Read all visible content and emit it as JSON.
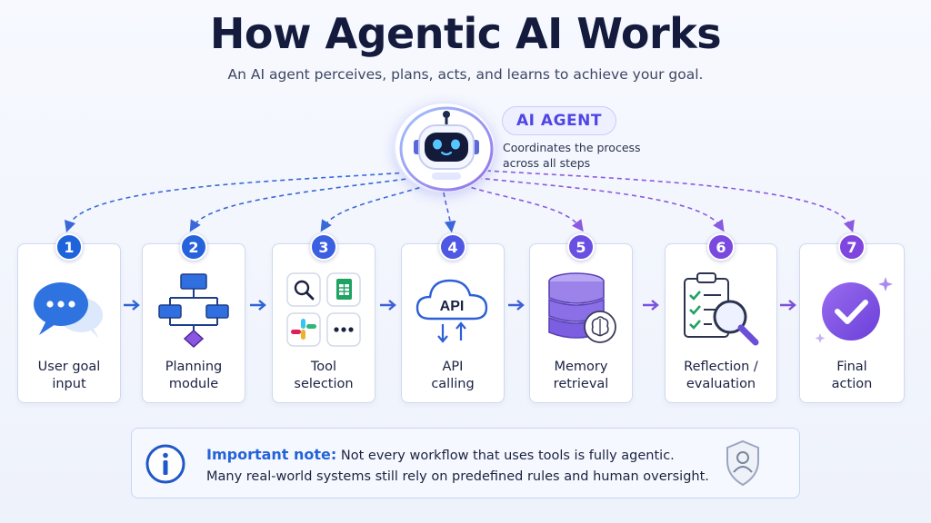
{
  "header": {
    "title": "How Agentic AI Works",
    "subtitle": "An AI agent perceives, plans, acts, and learns to achieve your goal."
  },
  "agent": {
    "icon": "robot-icon",
    "badge": "AI AGENT",
    "description": "Coordinates the process\nacross all steps"
  },
  "steps": [
    {
      "number": "1",
      "label": "User goal\ninput",
      "icon": "chat-bubbles-icon",
      "color": "#1e63dc"
    },
    {
      "number": "2",
      "label": "Planning\nmodule",
      "icon": "flowchart-icon",
      "color": "#2562dc"
    },
    {
      "number": "3",
      "label": "Tool\nselection",
      "icon": "tool-apps-icon",
      "color": "#3a5fe0"
    },
    {
      "number": "4",
      "label": "API\ncalling",
      "icon": "api-cloud-icon",
      "icon_text": "API",
      "color": "#4f58e4"
    },
    {
      "number": "5",
      "label": "Memory\nretrieval",
      "icon": "database-brain-icon",
      "color": "#6a50e2"
    },
    {
      "number": "6",
      "label": "Reflection /\nevaluation",
      "icon": "clipboard-magnifier-icon",
      "color": "#7a4ae0"
    },
    {
      "number": "7",
      "label": "Final\naction",
      "icon": "check-circle-icon",
      "color": "#7f45df"
    }
  ],
  "note": {
    "icon": "info-icon",
    "heading": "Important note:",
    "text_line1": "Not every workflow that uses tools is fully agentic.",
    "text_line2": "Many real-world systems still rely on predefined rules and human oversight.",
    "badge_icon": "shield-user-icon"
  },
  "colors": {
    "blue": "#1e63dc",
    "purple": "#7f45df",
    "title": "#141b3d",
    "accent": "#4f46e5"
  }
}
